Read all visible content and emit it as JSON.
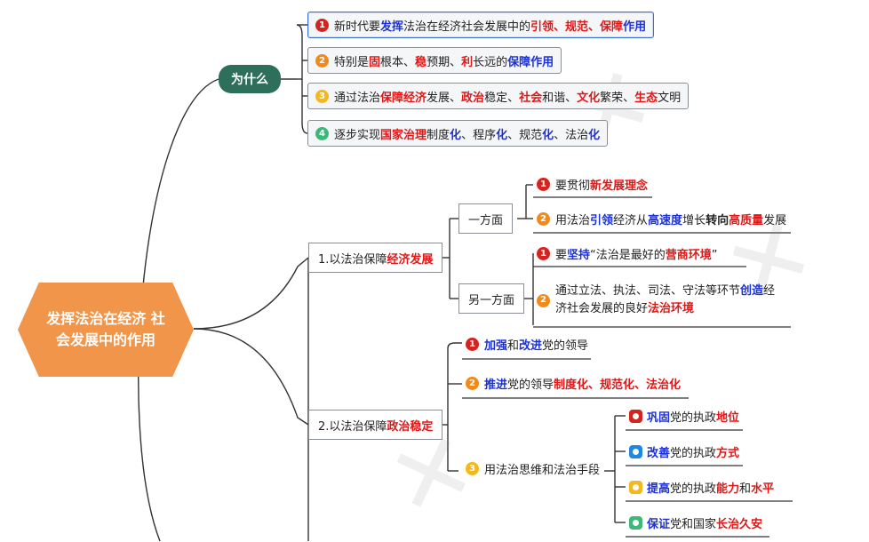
{
  "root": {
    "label": "发挥法治在经济 社会发展中的作用"
  },
  "why": {
    "label": "为什么",
    "items": [
      {
        "num": "1",
        "parts": [
          [
            "新时代要",
            ""
          ],
          [
            "发挥",
            "b"
          ],
          [
            "法治在经济社会发展中的",
            ""
          ],
          [
            "引领、规范、保障",
            "r"
          ],
          [
            "作用",
            "b"
          ]
        ]
      },
      {
        "num": "2",
        "parts": [
          [
            "特别是",
            ""
          ],
          [
            "固",
            "r"
          ],
          [
            "根本、",
            ""
          ],
          [
            "稳",
            "r"
          ],
          [
            "预期、",
            ""
          ],
          [
            "利",
            "r"
          ],
          [
            "长远的",
            ""
          ],
          [
            "保障作用",
            "b"
          ]
        ]
      },
      {
        "num": "3",
        "parts": [
          [
            "通过法治",
            ""
          ],
          [
            "保障经济",
            "r"
          ],
          [
            "发展、",
            ""
          ],
          [
            "政治",
            "r"
          ],
          [
            "稳定、",
            ""
          ],
          [
            "社会",
            "r"
          ],
          [
            "和谐、",
            ""
          ],
          [
            "文化",
            "r"
          ],
          [
            "繁荣、",
            ""
          ],
          [
            "生态",
            "r"
          ],
          [
            "文明",
            ""
          ]
        ]
      },
      {
        "num": "4",
        "parts": [
          [
            "逐步实现",
            ""
          ],
          [
            "国家治理",
            "r"
          ],
          [
            "制度",
            ""
          ],
          [
            "化",
            "b"
          ],
          [
            "、程序",
            ""
          ],
          [
            "化",
            "b"
          ],
          [
            "、规范",
            ""
          ],
          [
            "化",
            "b"
          ],
          [
            "、法治",
            ""
          ],
          [
            "化",
            "b"
          ]
        ]
      }
    ]
  },
  "economy": {
    "label_parts": [
      [
        "1.以法治保障",
        ""
      ],
      [
        "经济发展",
        "r"
      ]
    ],
    "on_one_hand": {
      "label": "一方面",
      "items": [
        {
          "num": "1",
          "parts": [
            [
              "要贯彻",
              ""
            ],
            [
              "新发展理念",
              "r"
            ]
          ]
        },
        {
          "num": "2",
          "parts": [
            [
              "用法治",
              ""
            ],
            [
              "引领",
              "b"
            ],
            [
              "经济从",
              ""
            ],
            [
              "高速度",
              "b"
            ],
            [
              "增长",
              ""
            ],
            [
              "转向",
              "hl"
            ],
            [
              "高质量",
              "r"
            ],
            [
              "发展",
              ""
            ]
          ]
        }
      ]
    },
    "on_other_hand": {
      "label": "另一方面",
      "items": [
        {
          "num": "1",
          "parts": [
            [
              "要",
              ""
            ],
            [
              "坚持",
              "b"
            ],
            [
              "“法治是最好的",
              ""
            ],
            [
              "营商环境",
              "r"
            ],
            [
              "”",
              ""
            ]
          ]
        },
        {
          "num": "2",
          "parts": [
            [
              "通过立法、执法、司法、守法等环节",
              ""
            ],
            [
              "创造",
              "b"
            ],
            [
              "经济社会发展的良好",
              ""
            ],
            [
              "法治环境",
              "r"
            ]
          ]
        }
      ]
    }
  },
  "politics": {
    "label_parts": [
      [
        "2.以法治保障",
        ""
      ],
      [
        "政治稳定",
        "r"
      ]
    ],
    "items": [
      {
        "num": "1",
        "parts": [
          [
            "加强",
            "b"
          ],
          [
            "和",
            ""
          ],
          [
            "改进",
            "b"
          ],
          [
            "党的领导",
            ""
          ]
        ]
      },
      {
        "num": "2",
        "parts": [
          [
            "推进",
            "b"
          ],
          [
            "党的领导",
            ""
          ],
          [
            "制度化、规范化、法治化",
            "r"
          ]
        ]
      }
    ],
    "means": {
      "num": "3",
      "label": "用法治思维和法治手段",
      "items": [
        {
          "icon": "red",
          "parts": [
            [
              "巩固",
              "b"
            ],
            [
              "党的执政",
              ""
            ],
            [
              "地位",
              "r"
            ]
          ]
        },
        {
          "icon": "blue",
          "parts": [
            [
              "改善",
              "b"
            ],
            [
              "党的执政",
              ""
            ],
            [
              "方式",
              "r"
            ]
          ]
        },
        {
          "icon": "yellow",
          "parts": [
            [
              "提高",
              "b"
            ],
            [
              "党的执政",
              ""
            ],
            [
              "能力",
              "r"
            ],
            [
              "和",
              ""
            ],
            [
              "水平",
              "r"
            ]
          ]
        },
        {
          "icon": "green",
          "parts": [
            [
              "保证",
              "b"
            ],
            [
              "党和国家",
              ""
            ],
            [
              "长治久安",
              "r"
            ]
          ]
        }
      ]
    }
  },
  "colors": {
    "root": "#f0954a",
    "why": "#2e6f5b",
    "emph_red": "#e01818",
    "emph_blue": "#1c32d6"
  }
}
